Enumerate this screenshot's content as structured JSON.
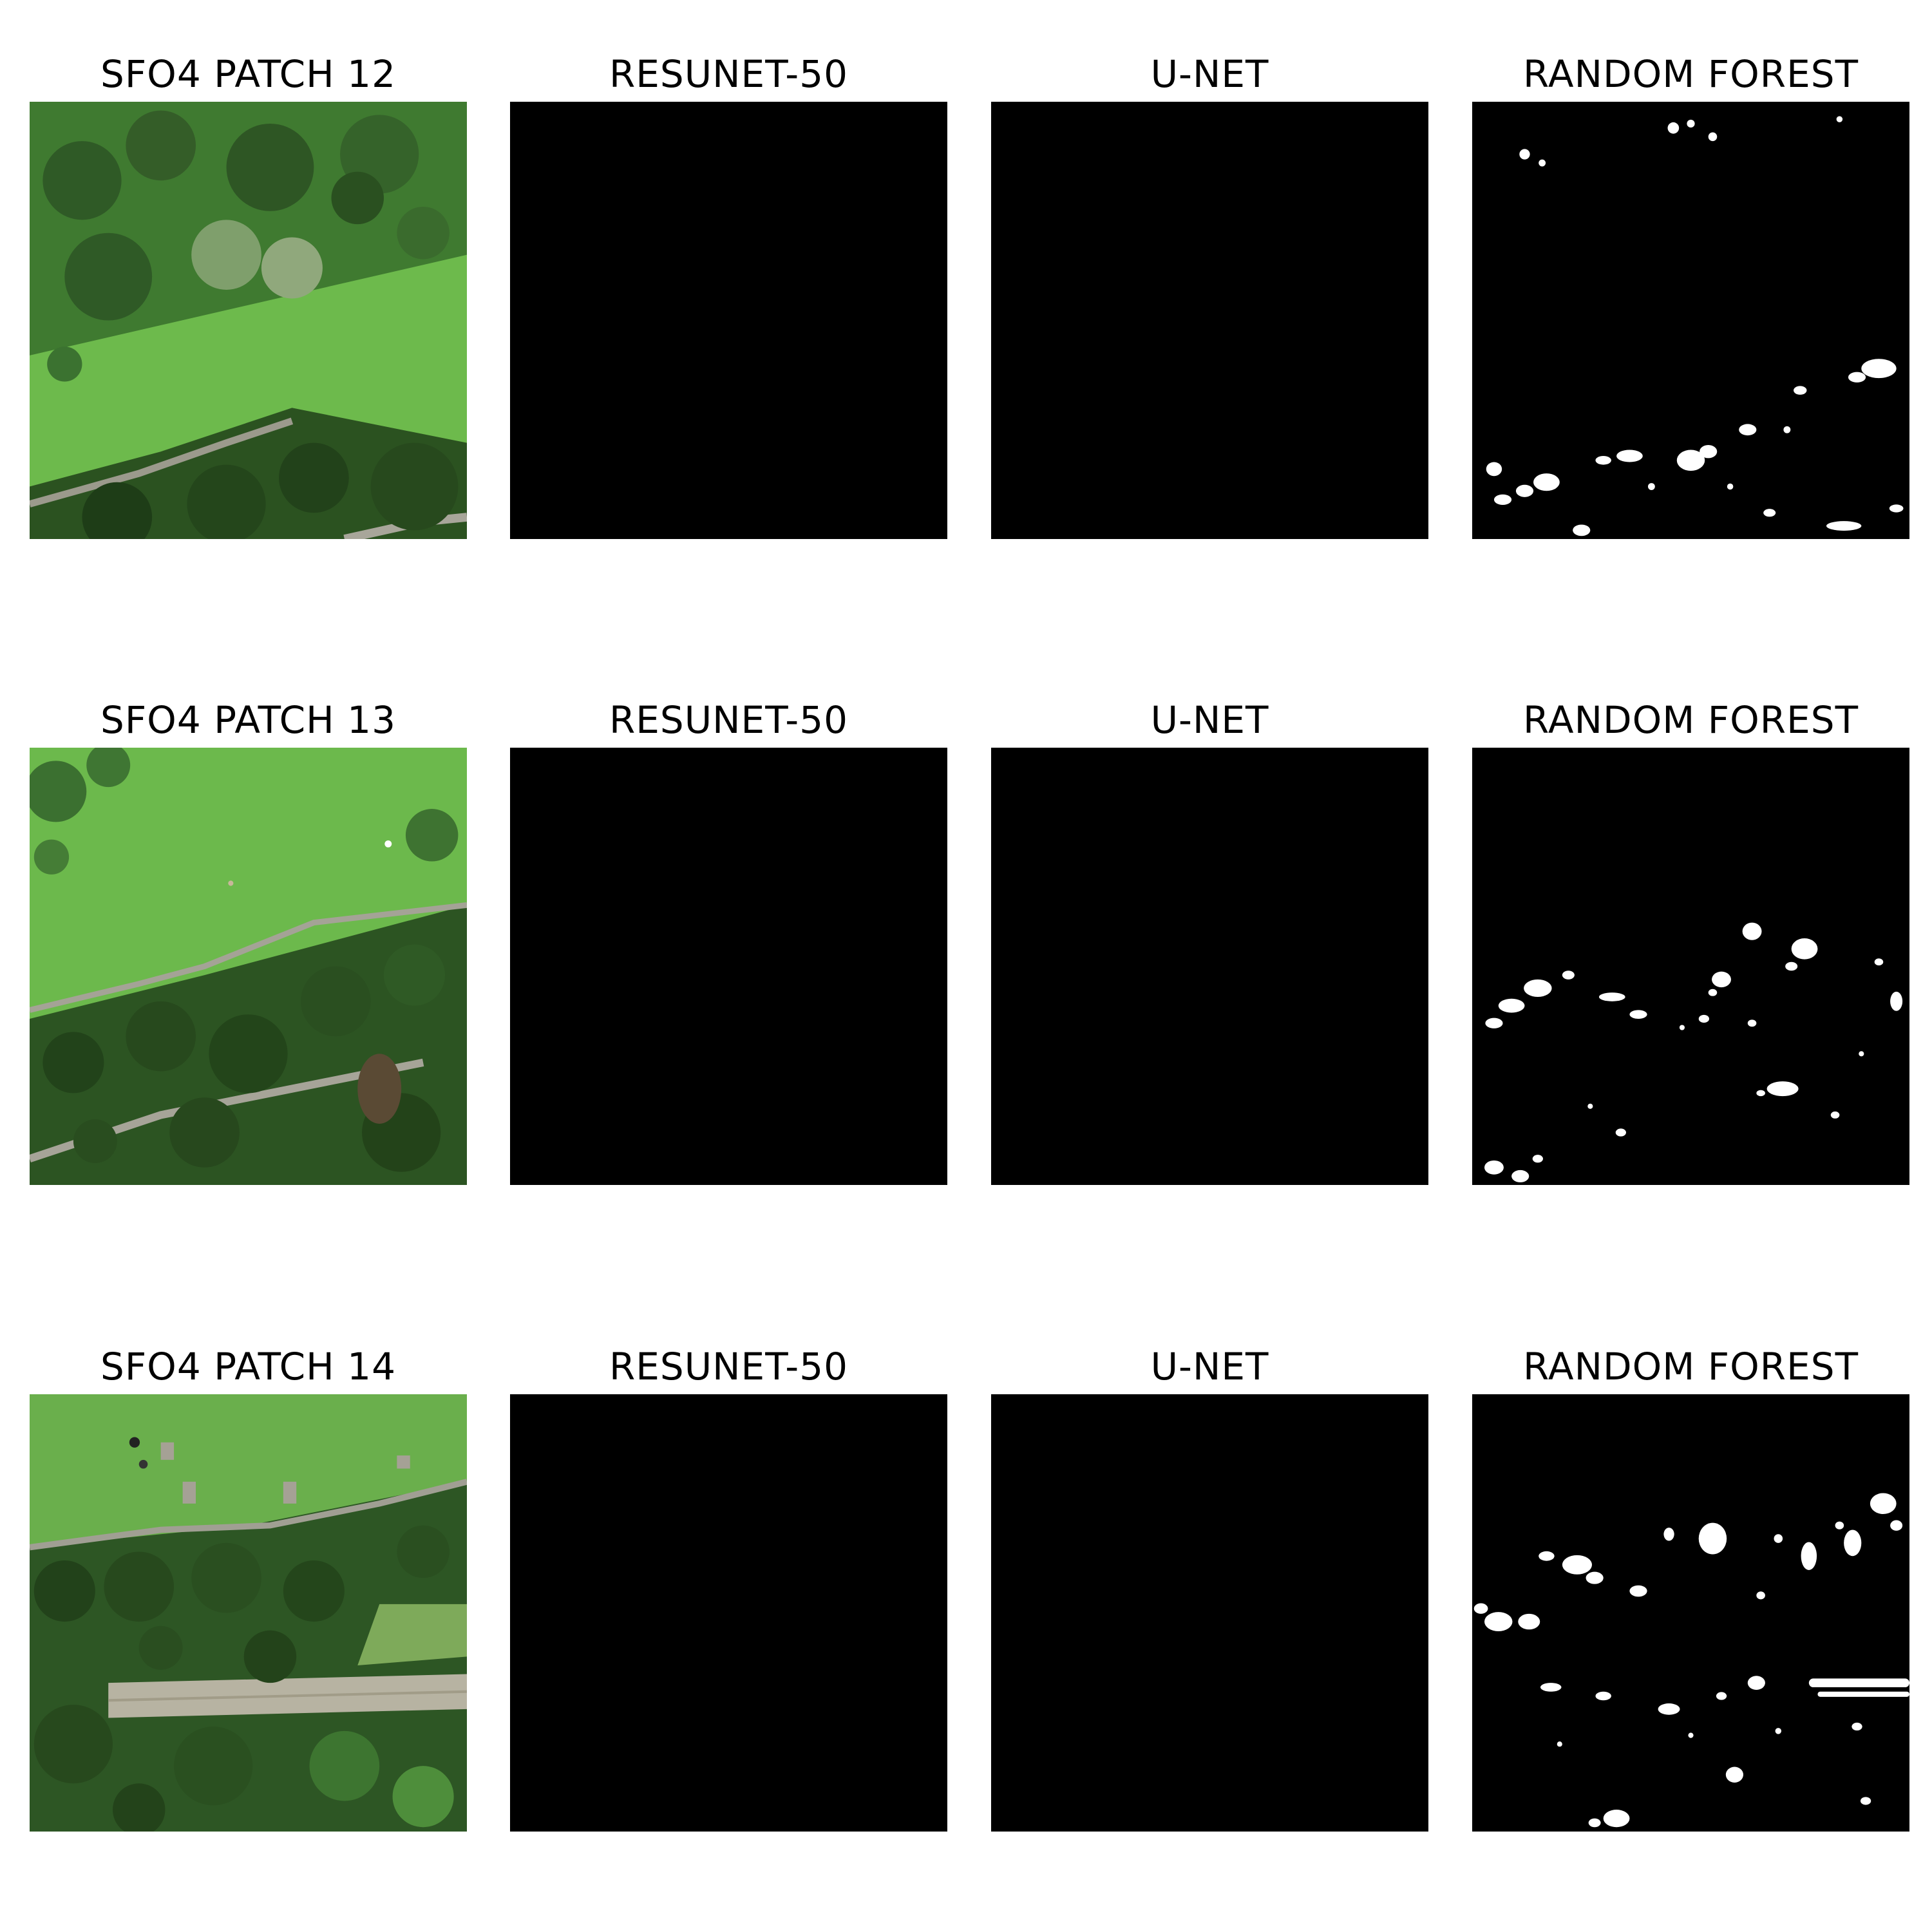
{
  "figure": {
    "rows": [
      {
        "panels": [
          {
            "title": "SFO4 PATCH 12",
            "kind": "aerial"
          },
          {
            "title": "RESUNET-50",
            "kind": "mask-empty"
          },
          {
            "title": "U-NET",
            "kind": "mask-empty"
          },
          {
            "title": "RANDOM FOREST",
            "kind": "mask-speckle"
          }
        ]
      },
      {
        "panels": [
          {
            "title": "SFO4 PATCH 13",
            "kind": "aerial"
          },
          {
            "title": "RESUNET-50",
            "kind": "mask-empty"
          },
          {
            "title": "U-NET",
            "kind": "mask-empty"
          },
          {
            "title": "RANDOM FOREST",
            "kind": "mask-speckle"
          }
        ]
      },
      {
        "panels": [
          {
            "title": "SFO4 PATCH 14",
            "kind": "aerial"
          },
          {
            "title": "RESUNET-50",
            "kind": "mask-empty"
          },
          {
            "title": "U-NET",
            "kind": "mask-empty"
          },
          {
            "title": "RANDOM FOREST",
            "kind": "mask-speckle"
          }
        ]
      }
    ]
  },
  "colors": {
    "grass": "#5fae45",
    "forest": "#2f5a26",
    "path": "#9b9a8c",
    "mask_background": "#000000",
    "mask_foreground": "#ffffff"
  }
}
